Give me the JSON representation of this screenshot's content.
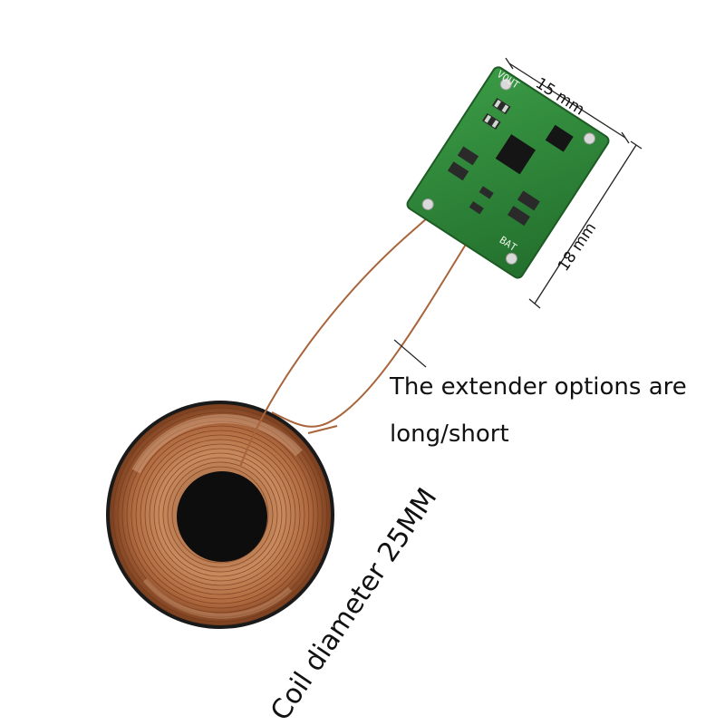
{
  "caption": {
    "line1": "The extender options are",
    "line2": "long/short"
  },
  "dimensions": {
    "width": "15 mm",
    "length": "18 mm"
  },
  "coil": {
    "label": "Coil diameter 25MM"
  },
  "pcb": {
    "silk_output": "VOUT",
    "silk_battery": "BAT"
  },
  "colors": {
    "pcb_green": "#2f8a3a",
    "copper": "#b8744a",
    "coil_core": "#0d0d0d"
  }
}
